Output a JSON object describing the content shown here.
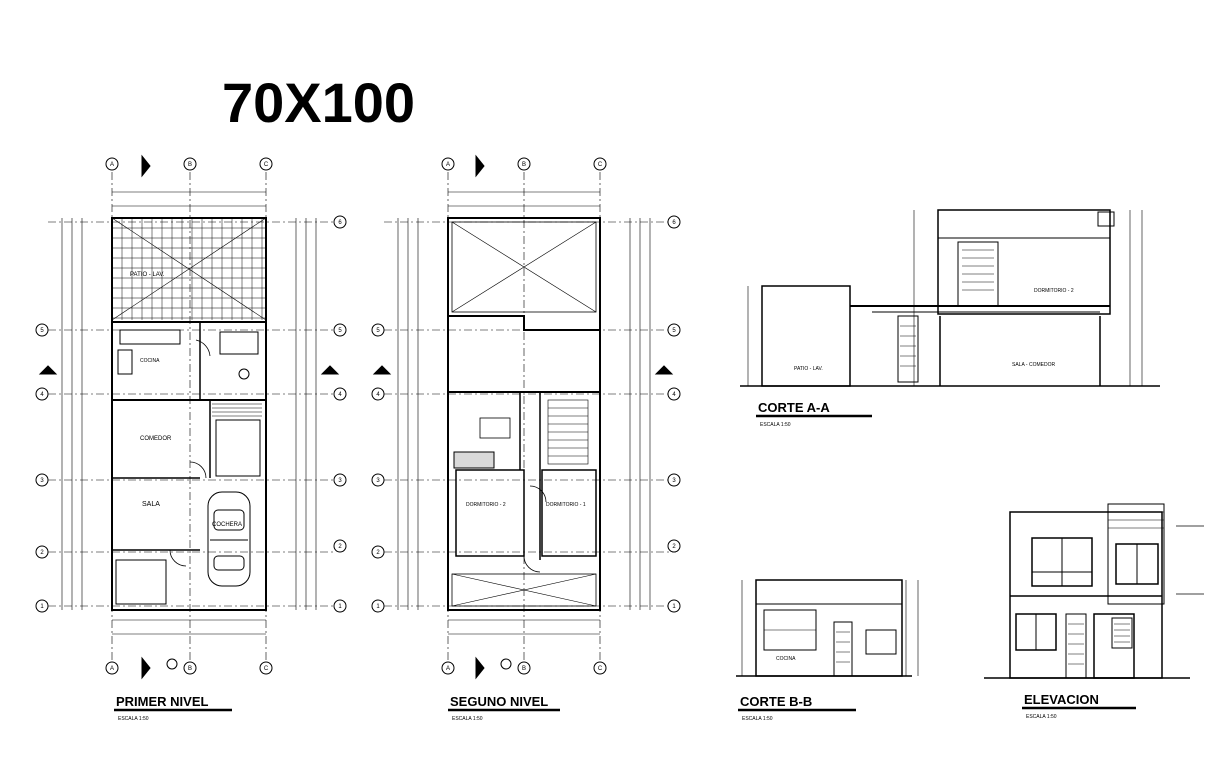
{
  "sheet": {
    "title": "70X100"
  },
  "grid": {
    "columns": [
      "A",
      "B",
      "C"
    ],
    "rows": [
      "1",
      "2",
      "3",
      "4",
      "5",
      "6"
    ]
  },
  "drawings": [
    {
      "id": "primer-nivel",
      "title": "PRIMER NIVEL",
      "scale": "ESCALA 1:50"
    },
    {
      "id": "segundo-nivel",
      "title": "SEGUNO NIVEL",
      "scale": "ESCALA 1:50"
    },
    {
      "id": "corte-aa",
      "title": "CORTE A-A",
      "scale": "ESCALA 1:50"
    },
    {
      "id": "corte-bb",
      "title": "CORTE B-B",
      "scale": "ESCALA 1:50"
    },
    {
      "id": "elevacion",
      "title": "ELEVACION",
      "scale": "ESCALA 1:50"
    }
  ],
  "rooms": {
    "patio": "PATIO - LAV.",
    "cocina": "COCINA",
    "comedor": "COMEDOR",
    "sala": "SALA",
    "cochera": "COCHERA",
    "dormitorio_1": "DORMITORIO - 1",
    "dormitorio_2": "DORMITORIO - 2",
    "sala_comedor": "SALA - COMEDOR"
  },
  "colors": {
    "line": "#000000",
    "background": "#ffffff"
  }
}
